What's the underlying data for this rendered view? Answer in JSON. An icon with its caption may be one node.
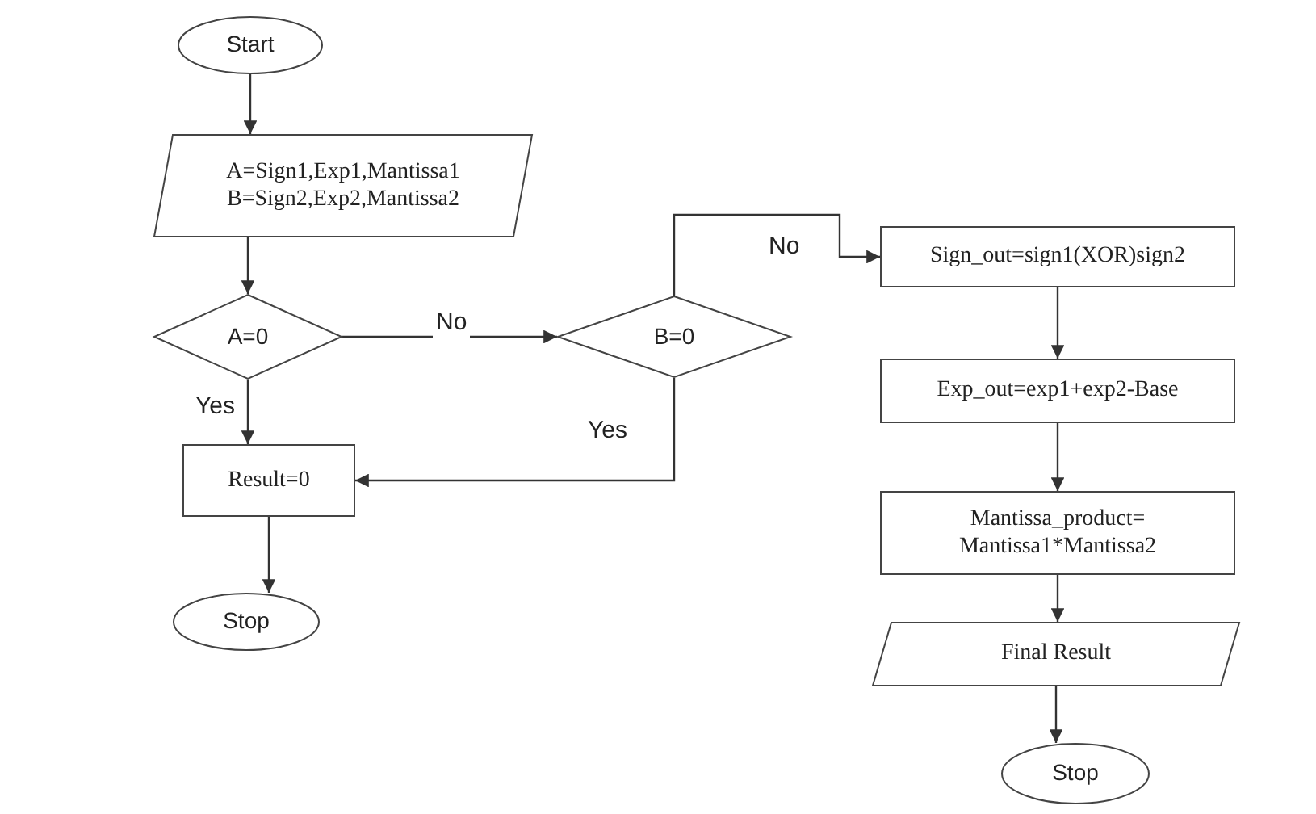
{
  "diagram": {
    "nodes": [
      {
        "text": [
          "Start"
        ]
      },
      {
        "text": [
          "A=Sign1,Exp1,Mantissa1",
          "B=Sign2,Exp2,Mantissa2"
        ]
      },
      {
        "text": [
          "A=0"
        ]
      },
      {
        "text": [
          "B=0"
        ]
      },
      {
        "text": [
          "Result=0"
        ]
      },
      {
        "text": [
          "Stop"
        ]
      },
      {
        "text": [
          "Sign_out=sign1(XOR)sign2"
        ]
      },
      {
        "text": [
          "Exp_out=exp1+exp2-Base"
        ]
      },
      {
        "text": [
          "Mantissa_product= Mantissa1*Mantissa2"
        ]
      },
      {
        "text": [
          "Final Result"
        ]
      },
      {
        "text": [
          "Stop"
        ]
      }
    ],
    "edges": [
      {
        "from": 0,
        "to": 1,
        "arrow": "to"
      },
      {
        "from": 1,
        "to": 2,
        "arrow": "to"
      },
      {
        "from": 2,
        "to": 3,
        "arrow": "to",
        "label": "No"
      },
      {
        "from": 2,
        "to": 4,
        "arrow": "to",
        "label": "Yes"
      },
      {
        "from": 3,
        "to": 4,
        "arrow": "to",
        "label": "Yes"
      },
      {
        "from": 4,
        "to": 5,
        "arrow": "to"
      },
      {
        "from": 3,
        "to": 6,
        "arrow": "to",
        "label": "No"
      },
      {
        "from": 6,
        "to": 7,
        "arrow": "to"
      },
      {
        "from": 7,
        "to": 8,
        "arrow": "to"
      },
      {
        "from": 8,
        "to": 9,
        "arrow": "to"
      },
      {
        "from": 9,
        "to": 10,
        "arrow": "to"
      }
    ]
  }
}
